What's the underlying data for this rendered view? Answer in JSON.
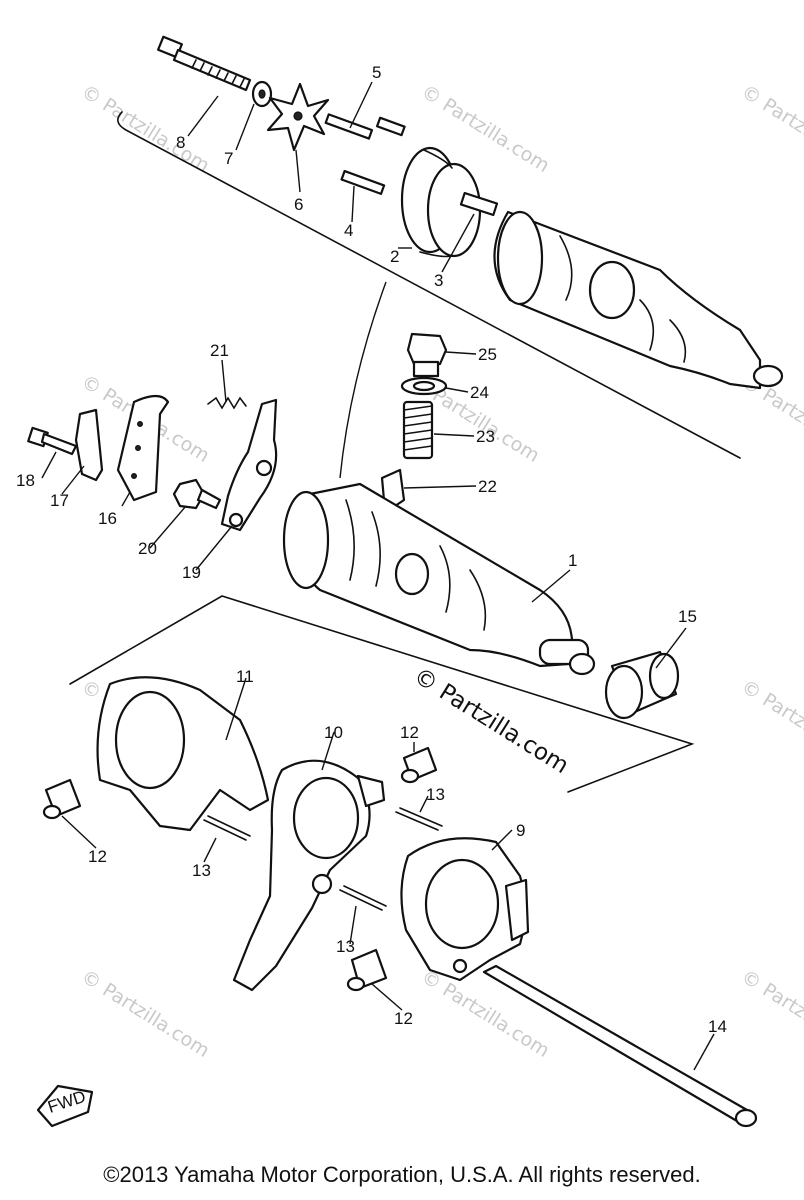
{
  "labels": {
    "l1": "1",
    "l2": "2",
    "l3": "3",
    "l4": "4",
    "l5": "5",
    "l6": "6",
    "l7": "7",
    "l8": "8",
    "l9": "9",
    "l10": "10",
    "l11": "11",
    "l12": "12",
    "l13": "13",
    "l14": "14",
    "l15": "15",
    "l16": "16",
    "l17": "17",
    "l18": "18",
    "l19": "19",
    "l20": "20",
    "l21": "21",
    "l22": "22",
    "l23": "23",
    "l24": "24",
    "l25": "25"
  },
  "watermark": {
    "text": "© Partzilla.com"
  },
  "fwd_badge": "FWD",
  "copyright": "©2013 Yamaha Motor Corporation, U.S.A. All rights reserved."
}
